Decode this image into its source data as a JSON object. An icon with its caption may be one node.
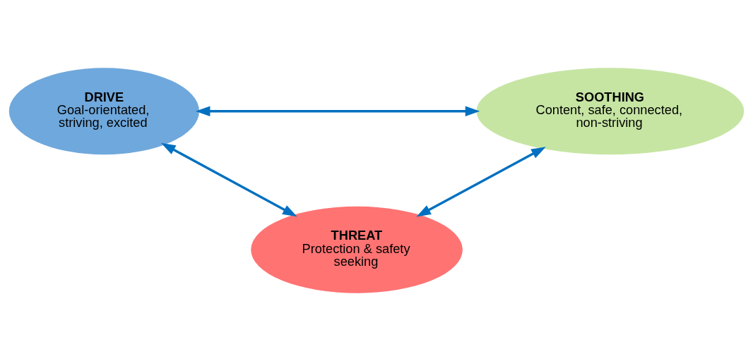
{
  "diagram": {
    "nodes": [
      {
        "text": [
          "DRIVE",
          "Goal-orientated, striving, excited"
        ]
      },
      {
        "text": [
          "SOOTHING",
          "Content, safe, connected, non-striving"
        ]
      },
      {
        "text": [
          "THREAT",
          "Protection & safety seeking"
        ]
      }
    ],
    "edges": [
      {
        "from": 0,
        "to": 1,
        "arrow": "both"
      },
      {
        "from": 0,
        "to": 2,
        "arrow": "both"
      },
      {
        "from": 1,
        "to": 2,
        "arrow": "both"
      }
    ]
  }
}
